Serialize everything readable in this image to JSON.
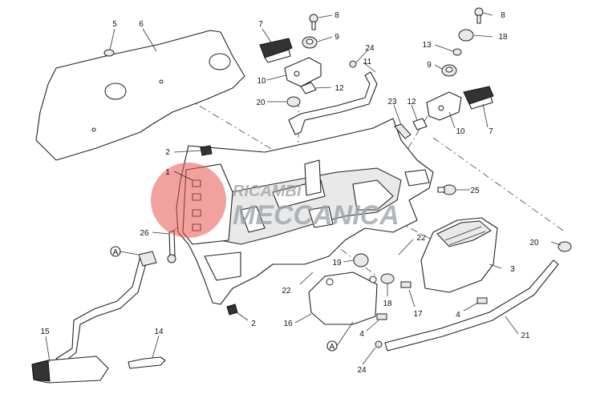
{
  "diagram": {
    "callouts": {
      "c5": "5",
      "c6": "6",
      "c7a": "7",
      "c8a": "8",
      "c9a": "9",
      "c10a": "10",
      "c24a": "24",
      "c11": "11",
      "c12a": "12",
      "c20a": "20",
      "c8b": "8",
      "c18a": "18",
      "c13": "13",
      "c9b": "9",
      "c12b": "12",
      "c23": "23",
      "c10b": "10",
      "c7b": "7",
      "c2a": "2",
      "c1": "1",
      "c25": "25",
      "c26": "26",
      "c22a": "22",
      "c19": "19",
      "c22b": "22",
      "c20b": "20",
      "c3": "3",
      "c18b": "18",
      "c17": "17",
      "c16": "16",
      "c2b": "2",
      "c4a": "4",
      "c4b": "4",
      "c15": "15",
      "c14": "14",
      "c21": "21",
      "c24b": "24",
      "refA1": "A",
      "refA2": "A"
    },
    "watermark": {
      "line1": "RICAMBI",
      "line2": "MECCANICA",
      "accent": "#e8554e"
    }
  }
}
